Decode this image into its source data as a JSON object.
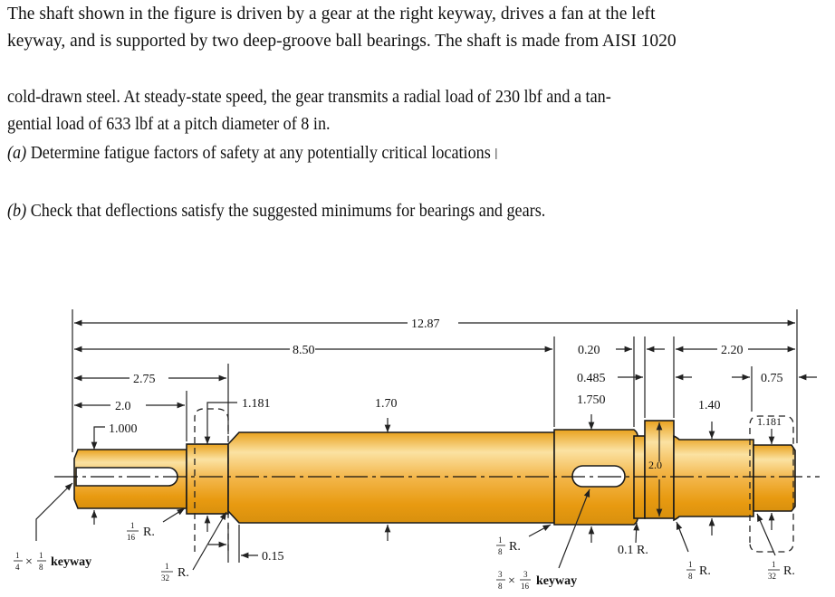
{
  "problem": {
    "line1": "The shaft shown in the figure is driven by a gear at the right keyway, drives a fan at the left",
    "line2": "keyway, and is supported by two deep-groove ball bearings. The shaft is made from AISI 1020",
    "line3": "cold-drawn steel. At steady-state speed, the gear transmits a radial load of 230 lbf and a tan-",
    "line4": "gential load of 633 lbf at a pitch diameter of 8 in.",
    "part_a_label": "(a)",
    "part_a": "Determine fatigue factors of safety at any potentially critical locations",
    "part_b_label": "(b)",
    "part_b": "Check that deflections satisfy the suggested minimums for bearings and gears."
  },
  "figure": {
    "colors": {
      "shaft": "#F0A818",
      "shaft_light": "#FBE3A6",
      "outline": "#1a1a1a",
      "dims": "#222222"
    },
    "dimensions": {
      "overall": "12.87",
      "to_gear_seat": "8.50",
      "to_step": "2.75",
      "to_bearing": "2.0",
      "fan_dia": "1.000",
      "bearing_left_dia": "1.181",
      "main_dia": "1.70",
      "gear_width": "0.20",
      "gear_len": "0.485",
      "gear_dia": "1.750",
      "collar_dia": "2.0",
      "right_len": "2.20",
      "right_bearing_len": "0.75",
      "right_dia": "1.40",
      "bearing_right_dia": "1.181",
      "chamfer": "0.15"
    },
    "labels": {
      "fan_keyway": "keyway",
      "fan_keyway_frac_a": [
        "1",
        "4"
      ],
      "fan_keyway_frac_b": [
        "1",
        "8"
      ],
      "gear_keyway": "keyway",
      "gear_keyway_frac_a": [
        "3",
        "8"
      ],
      "gear_keyway_frac_b": [
        "3",
        "16"
      ],
      "r_1_16": [
        "1",
        "16"
      ],
      "r_1_32_left": [
        "1",
        "32"
      ],
      "r_1_8_left": [
        "1",
        "8"
      ],
      "r_0_1": "0.1 R.",
      "r_1_8_right": [
        "1",
        "8"
      ],
      "r_1_32_right": [
        "1",
        "32"
      ],
      "r_suffix": "R.",
      "times": "×"
    }
  }
}
